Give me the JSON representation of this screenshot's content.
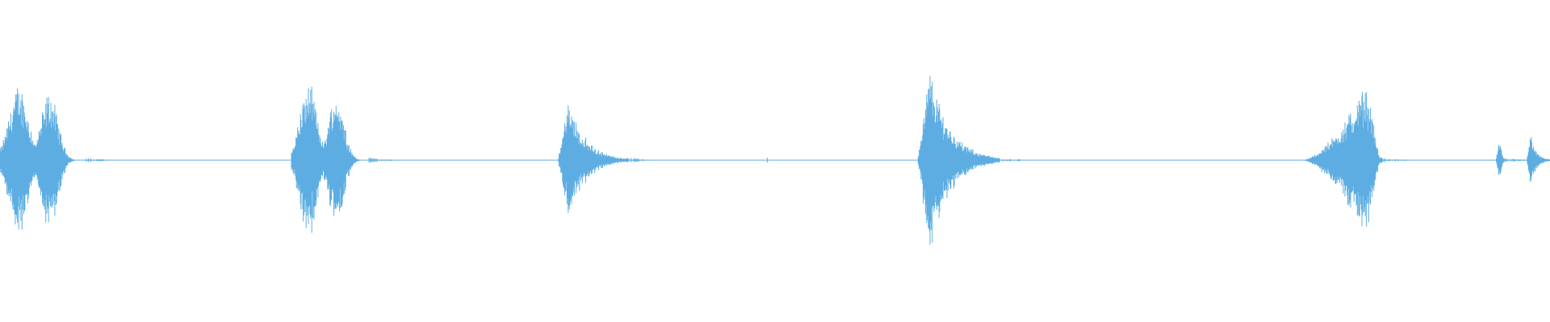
{
  "waveform": {
    "color": "#5dade2",
    "background": "#ffffff",
    "bursts": [
      {
        "start": 0.0,
        "end": 0.055,
        "peak": 0.8,
        "shape": "dual"
      },
      {
        "start": 0.188,
        "end": 0.238,
        "peak": 0.8,
        "shape": "dual"
      },
      {
        "start": 0.36,
        "end": 0.405,
        "peak": 0.66,
        "shape": "front"
      },
      {
        "start": 0.592,
        "end": 0.645,
        "peak": 1.0,
        "shape": "front"
      },
      {
        "start": 0.84,
        "end": 0.892,
        "peak": 0.81,
        "shape": "rise"
      },
      {
        "start": 0.965,
        "end": 0.97,
        "peak": 0.22,
        "shape": "spike"
      },
      {
        "start": 0.985,
        "end": 1.0,
        "peak": 0.3,
        "shape": "front"
      }
    ],
    "ticks": [
      0.495,
      0.6
    ]
  }
}
